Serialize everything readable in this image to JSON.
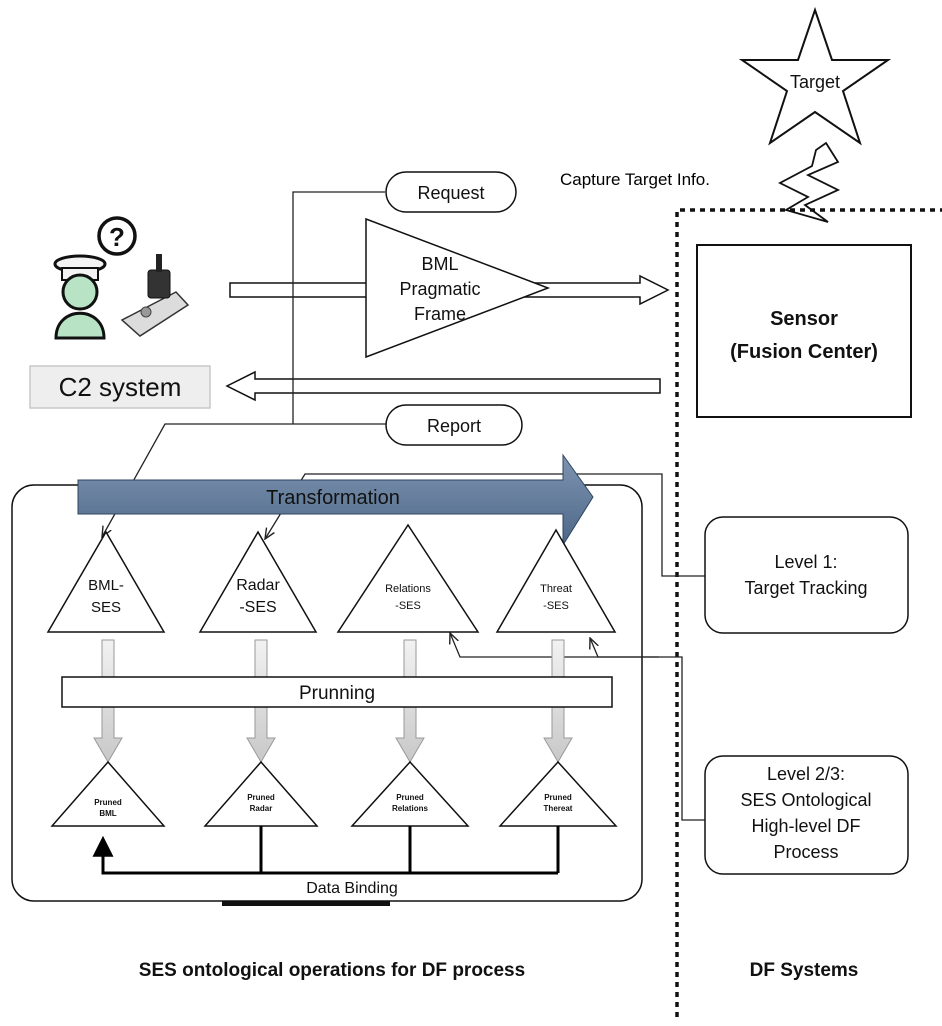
{
  "target": {
    "label": "Target"
  },
  "capture": {
    "label": "Capture Target  Info."
  },
  "c2": {
    "label": "C2 system",
    "question_mark": "?"
  },
  "request": {
    "label": "Request"
  },
  "report": {
    "label": "Report"
  },
  "bml_frame": {
    "line1": "BML",
    "line2": "Pragmatic",
    "line3": "Frame"
  },
  "sensor": {
    "line1": "Sensor",
    "line2": "(Fusion Center)"
  },
  "transformation": {
    "label": "Transformation"
  },
  "ses_nodes": [
    {
      "line1": "BML-",
      "line2": "SES"
    },
    {
      "line1": "Radar",
      "line2": "-SES"
    },
    {
      "line1": "Relations",
      "line2": "-SES"
    },
    {
      "line1": "Threat",
      "line2": "-SES"
    }
  ],
  "prunning": {
    "label": "Prunning"
  },
  "pruned_nodes": [
    {
      "line1": "Pruned",
      "line2": "BML"
    },
    {
      "line1": "Pruned",
      "line2": "Radar"
    },
    {
      "line1": "Pruned",
      "line2": "Relations"
    },
    {
      "line1": "Pruned",
      "line2": "Thereat"
    }
  ],
  "data_binding": {
    "label": "Data Binding"
  },
  "level1": {
    "line1": "Level 1:",
    "line2": "Target Tracking"
  },
  "level23": {
    "line1": "Level 2/3:",
    "line2": "SES Ontological",
    "line3": "High-level DF",
    "line4": "Process"
  },
  "captions": {
    "ses_ops": "SES ontological operations for DF process",
    "df_systems": "DF Systems"
  },
  "colors": {
    "transformation_arrow": "#5f7896",
    "figure_fill": "#b8e3c5",
    "c2_box": "#eeeeee"
  }
}
